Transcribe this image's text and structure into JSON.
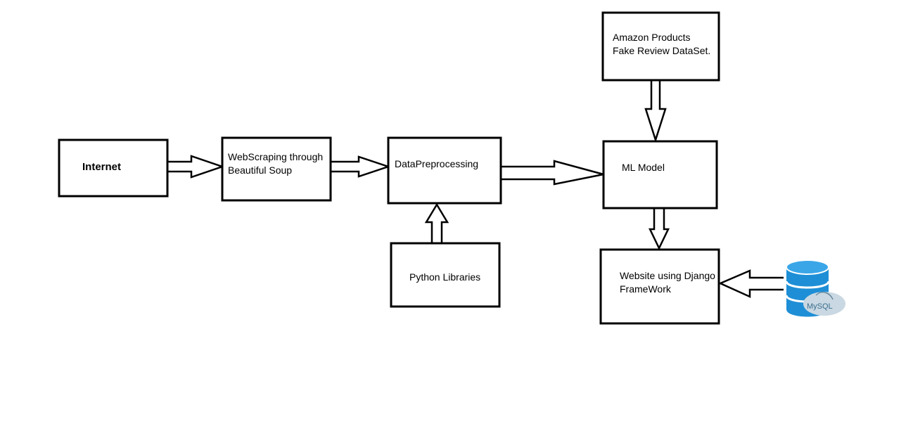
{
  "nodes": {
    "internet": {
      "label": "Internet"
    },
    "webscraping": {
      "line1": "WebScraping through",
      "line2": "Beautiful Soup"
    },
    "preprocessing": {
      "label": "DataPreprocessing"
    },
    "python_libraries": {
      "label": "Python Libraries"
    },
    "dataset": {
      "line1": "Amazon  Products",
      "line2": "Fake Review DataSet."
    },
    "ml_model": {
      "label": "ML Model"
    },
    "website": {
      "line1": "Website using Django",
      "line2": "FrameWork"
    }
  },
  "database": {
    "label": "MySQL",
    "icon": "database-icon"
  },
  "colors": {
    "db_blue": "#1e8fd6",
    "db_light": "#c9d8e2",
    "stroke": "#000000"
  }
}
